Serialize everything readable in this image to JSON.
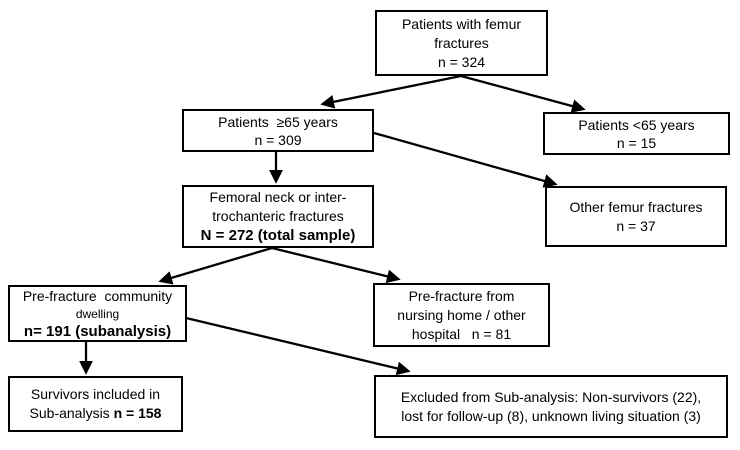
{
  "diagram": {
    "background_color": "#ffffff",
    "box_border_color": "#000000",
    "text_color": "#000000",
    "arrow_color": "#000000",
    "nodes": {
      "femur_fractures": {
        "line1": "Patients with femur",
        "line2": "fractures",
        "line3": "n = 324"
      },
      "age_ge65": {
        "line1": "Patients  ≥65 years",
        "line2": "n = 309"
      },
      "age_lt65": {
        "line1": "Patients <65 years",
        "line2": "n = 15"
      },
      "neck_or_intertrochanteric": {
        "line1": "Femoral neck or inter-",
        "line2": "trochanteric fractures",
        "line3_bold": "N = 272 (total sample)"
      },
      "other_femur_fractures": {
        "line1": "Other femur fractures",
        "line2": "n = 37"
      },
      "community_dwelling": {
        "line1": "Pre-fracture  community",
        "line2": "dwelling",
        "line3_bold": "n= 191 (subanalysis)"
      },
      "nursing_home": {
        "line1": "Pre-fracture from",
        "line2": "nursing home / other",
        "line3": "hospital   n = 81"
      },
      "survivors": {
        "line1": "Survivors included in",
        "line2_regular": "Sub-analysis ",
        "line2_bold": "n = 158"
      },
      "excluded": {
        "line1": "Excluded from Sub-analysis: Non-survivors (22),",
        "line2": "lost for follow-up (8), unknown living situation (3)"
      }
    }
  }
}
